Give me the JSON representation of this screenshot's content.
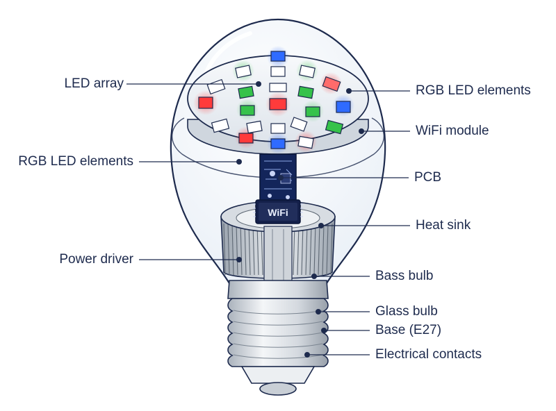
{
  "labels": {
    "led_array": "LED array",
    "rgb_led_elements_right": "RGB LED elements",
    "wifi_module": "WiFi module",
    "rgb_led_elements_left": "RGB LED elements",
    "pcb": "PCB",
    "heat_sink": "Heat sink",
    "power_driver": "Power driver",
    "bass_bulb": "Bass bulb",
    "glass_bulb": "Glass bulb",
    "base_e27": "Base (E27)",
    "electrical_contacts": "Electrical contacts"
  },
  "chip_text": "WiFi",
  "colors": {
    "outline": "#1d2a4d",
    "led_red": "#ff3b3b",
    "led_green": "#36c24a",
    "led_blue": "#2f6bff",
    "pcb": "#13255a",
    "heatsink": "#c7ced6",
    "base_metal": "#dfe3e8"
  }
}
